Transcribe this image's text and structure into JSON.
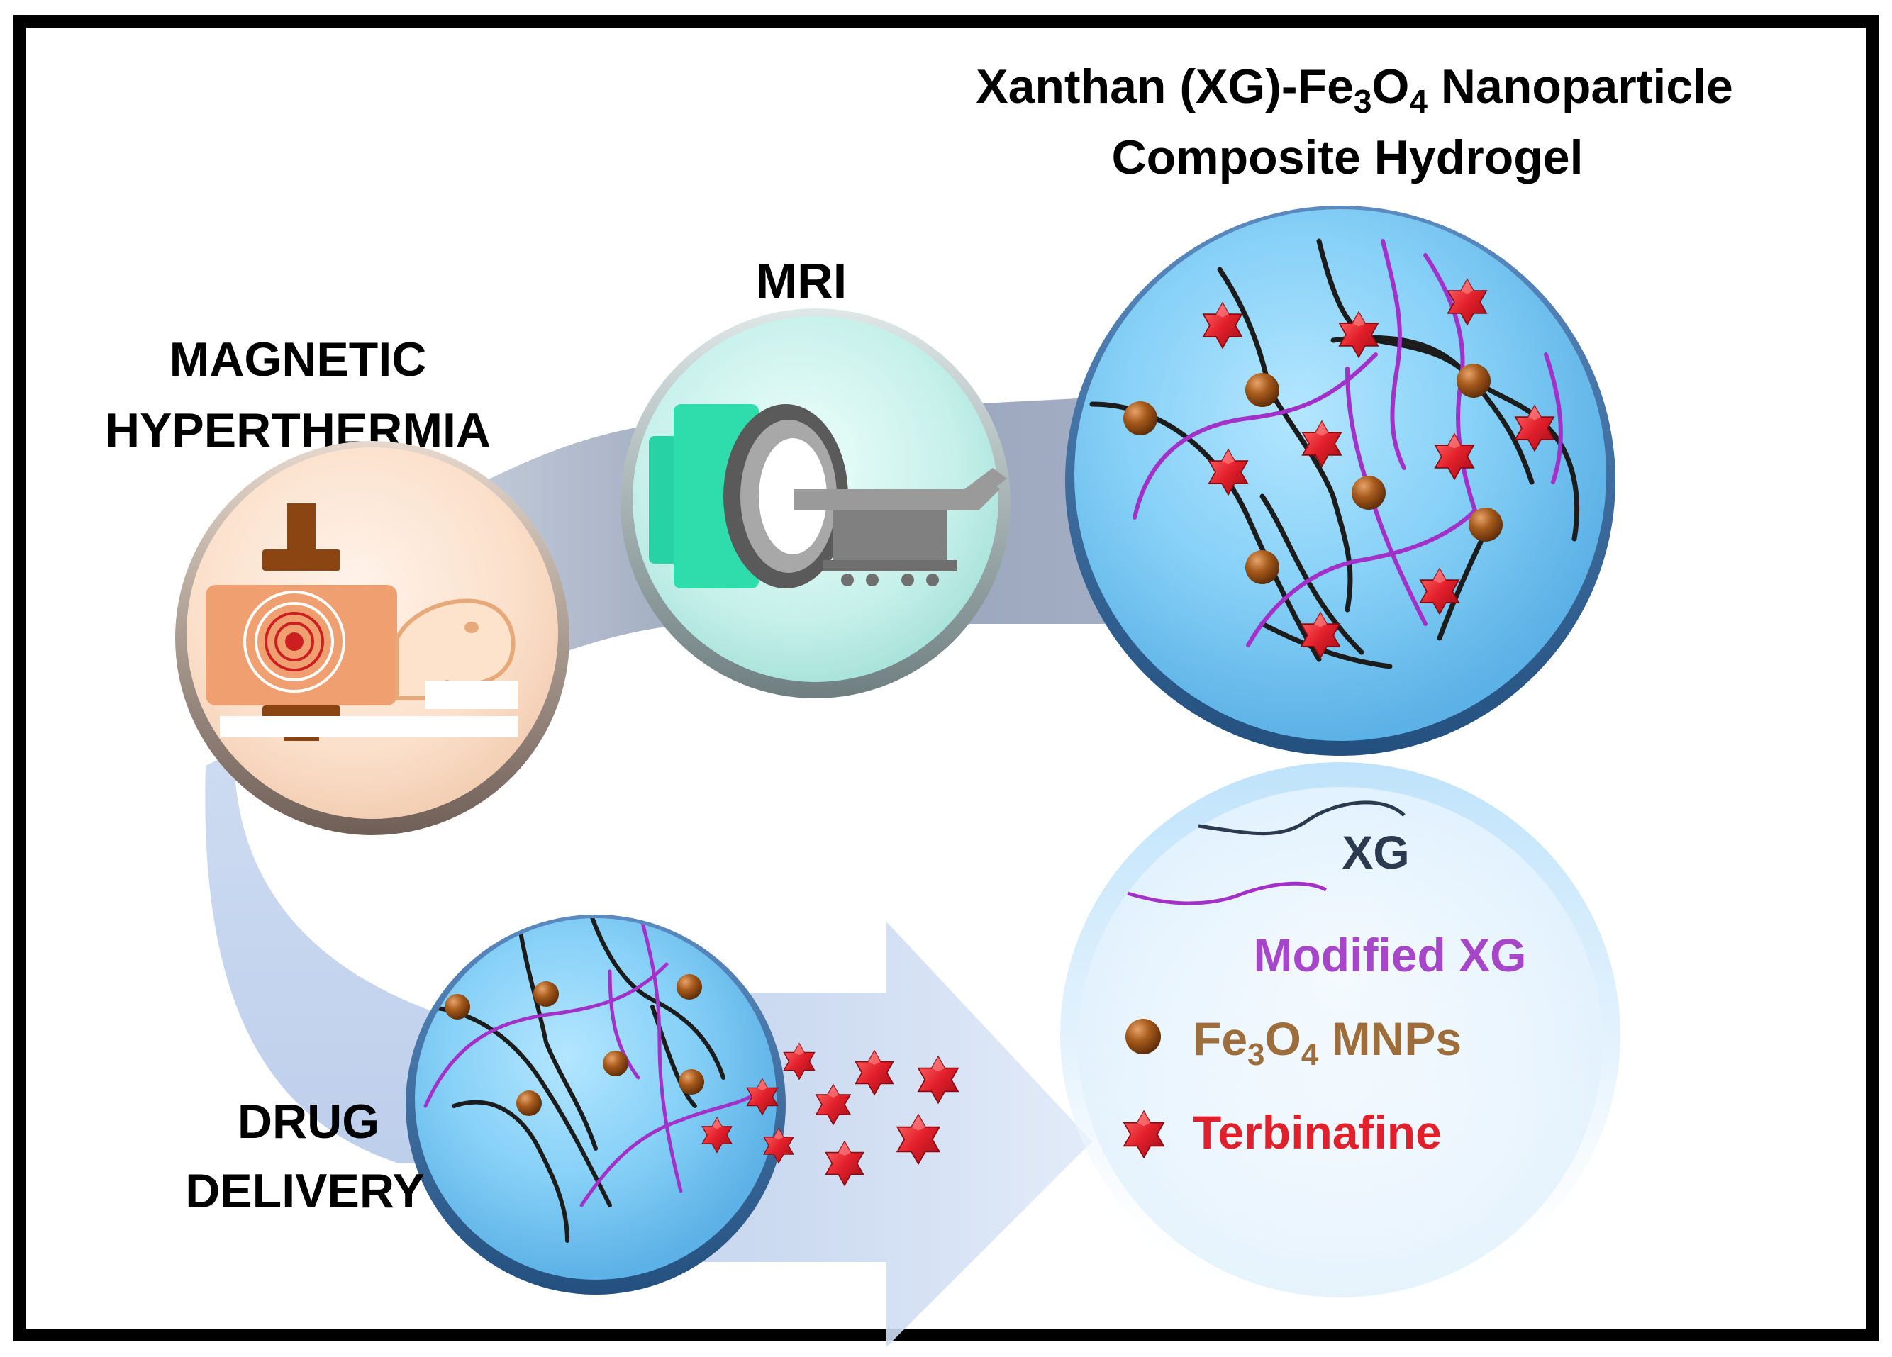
{
  "title": {
    "line1_prefix": "Xanthan (XG)-Fe",
    "line1_sub1": "3",
    "line1_mid": "O",
    "line1_sub2": "4",
    "line1_suffix": " Nanoparticle",
    "line2": "Composite Hydrogel"
  },
  "labels": {
    "mri": "MRI",
    "hyperthermia_line1": "MAGNETIC",
    "hyperthermia_line2": "HYPERTHERMIA",
    "drug_line1": "DRUG",
    "drug_line2": "DELIVERY"
  },
  "legend": {
    "xg": "XG",
    "modified_xg": "Modified XG",
    "fe_prefix": "Fe",
    "fe_sub1": "3",
    "fe_mid": "O",
    "fe_sub2": "4",
    "fe_suffix": " MNPs",
    "terbinafine": "Terbinafine"
  },
  "icons": {
    "mri": "mri-scanner-icon",
    "hyperthermia": "hyperthermia-device-icon",
    "nanoparticle": "nanoparticle-icon",
    "drug": "drug-star-icon"
  },
  "colors": {
    "frame": "#000000",
    "hydrogel_fill": "#7ecbf4",
    "hydrogel_rim": "#2f5f97",
    "xg_strand": "#1c1c1c",
    "modified_xg_strand": "#a330c8",
    "nanoparticle": "#9b5218",
    "drug": "#e0202b",
    "legend_xg_text": "#2b3a4e",
    "legend_modified_text": "#a646c9",
    "legend_fe_text": "#9d6e3c",
    "legend_terb_text": "#e0212b",
    "mri_disk": "#c8f1ec",
    "hyperthermia_disk": "#fbe0cc"
  }
}
